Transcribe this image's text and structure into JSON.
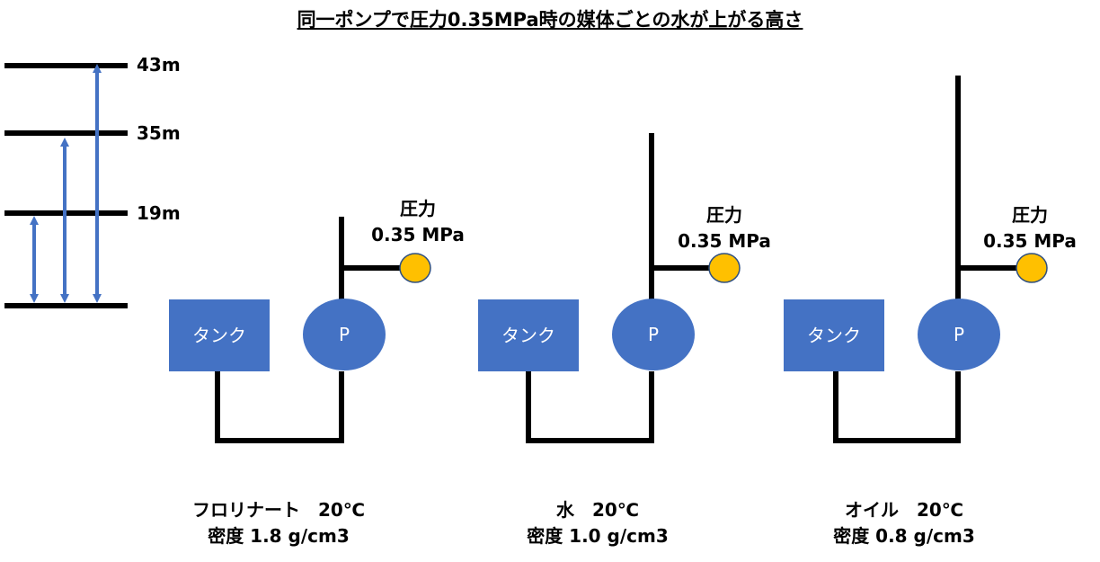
{
  "title": "同一ポンプで圧力0.35MPa時の媒体ごとの水が上がる高さ",
  "levels": [
    "43m",
    "35m",
    "19m"
  ],
  "systems": [
    {
      "tank_label": "タンク",
      "pump_label": "P",
      "pressure_title": "圧力",
      "pressure_value": "0.35 MPa",
      "medium": "フロリナート　20℃",
      "density": "密度 1.8 g/cm3"
    },
    {
      "tank_label": "タンク",
      "pump_label": "P",
      "pressure_title": "圧力",
      "pressure_value": "0.35 MPa",
      "medium": "水　20℃",
      "density": "密度 1.0 g/cm3"
    },
    {
      "tank_label": "タンク",
      "pump_label": "P",
      "pressure_title": "圧力",
      "pressure_value": "0.35 MPa",
      "medium": "オイル　20℃",
      "density": "密度 0.8 g/cm3"
    }
  ],
  "colors": {
    "tank": "#4472c4",
    "pump": "#4472c4",
    "gauge": "#ffc000",
    "arrow": "#4472c4",
    "pipe": "#000000"
  }
}
